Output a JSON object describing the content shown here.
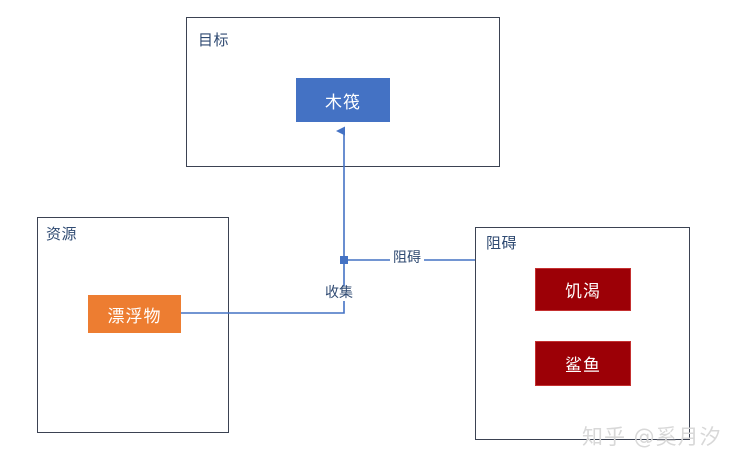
{
  "diagram": {
    "type": "flow-diagram",
    "background_color": "#ffffff",
    "containers": [
      {
        "id": "goal",
        "title": "目标",
        "border_color": "#3b4252"
      },
      {
        "id": "resource",
        "title": "资源",
        "border_color": "#3b4252"
      },
      {
        "id": "obstacle",
        "title": "阻碍",
        "border_color": "#3b4252"
      }
    ],
    "nodes": [
      {
        "id": "raft",
        "label": "木筏",
        "color": "#4472C4",
        "container": "goal"
      },
      {
        "id": "driftwood",
        "label": "漂浮物",
        "color": "#ED7D31",
        "container": "resource"
      },
      {
        "id": "thirst",
        "label": "饥渴",
        "color": "#9C0006",
        "container": "obstacle"
      },
      {
        "id": "shark",
        "label": "鲨鱼",
        "color": "#9C0006",
        "container": "obstacle"
      }
    ],
    "connector_color": "#4472C4",
    "connector_labels": [
      {
        "id": "collect",
        "text": "收集"
      },
      {
        "id": "hinder",
        "text": "阻碍"
      }
    ],
    "watermark": {
      "text": "知乎 @奚月汐",
      "color": "#d8d8d8"
    }
  }
}
